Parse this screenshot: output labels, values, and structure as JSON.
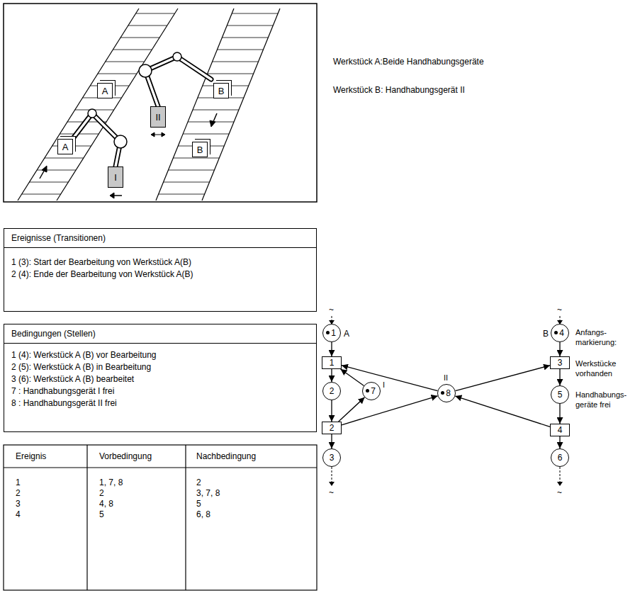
{
  "diagram": {
    "nodes": [
      {
        "text": [
          "A"
        ]
      },
      {
        "text": [
          "B"
        ]
      },
      {
        "text": [
          "II"
        ]
      },
      {
        "text": [
          "A"
        ]
      },
      {
        "text": [
          "B"
        ]
      },
      {
        "text": [
          "I"
        ]
      },
      {
        "text": [
          "Ereignisse (Transitionen)",
          "1 (3): Start der Bearbeitung von Werkstück A(B)",
          "2 (4): Ende der Bearbeitung von Werkstück A(B)"
        ]
      },
      {
        "text": [
          "Bedingungen (Stellen)",
          "1 (4): Werkstück A (B) vor Bearbeitung",
          "2 (5): Werkstück A (B) in Bearbeitung",
          "3 (6): Werkstück A (B) bearbeitet",
          "7 : Handhabungsgerät I frei",
          "8 : Handhabungsgerät II frei"
        ]
      },
      {
        "text": [
          "1"
        ]
      },
      {
        "text": [
          "4"
        ]
      },
      {
        "text": [
          "1"
        ]
      },
      {
        "text": [
          "3"
        ]
      },
      {
        "text": [
          "2"
        ]
      },
      {
        "text": [
          "7"
        ]
      },
      {
        "text": [
          "8"
        ]
      },
      {
        "text": [
          "5"
        ]
      },
      {
        "text": [
          "2"
        ]
      },
      {
        "text": [
          "4"
        ]
      },
      {
        "text": [
          "3"
        ]
      },
      {
        "text": [
          "6"
        ]
      }
    ],
    "edges": [
      {
        "from": 8,
        "to": 10,
        "arrow": "to"
      },
      {
        "from": 10,
        "to": 12,
        "arrow": "to"
      },
      {
        "from": 12,
        "to": 16,
        "arrow": "to"
      },
      {
        "from": 16,
        "to": 18,
        "arrow": "to"
      },
      {
        "from": 13,
        "to": 10,
        "arrow": "to"
      },
      {
        "from": 14,
        "to": 10,
        "arrow": "to"
      },
      {
        "from": 16,
        "to": 13,
        "arrow": "to"
      },
      {
        "from": 16,
        "to": 14,
        "arrow": "to"
      },
      {
        "from": 9,
        "to": 11,
        "arrow": "to"
      },
      {
        "from": 14,
        "to": 11,
        "arrow": "to"
      },
      {
        "from": 11,
        "to": 15,
        "arrow": "to"
      },
      {
        "from": 15,
        "to": 17,
        "arrow": "to"
      },
      {
        "from": 17,
        "to": 14,
        "arrow": "to"
      },
      {
        "from": 17,
        "to": 19,
        "arrow": "to"
      }
    ],
    "labels": [
      "Werkstück A:Beide Handhabungsgeräte",
      "Werkstück B: Handhabungsgerät II",
      "Ereignis",
      "Vorbedingung",
      "Nachbedingung",
      "1",
      "1, 7, 8",
      "2",
      "2",
      "2",
      "3, 7, 8",
      "3",
      "4, 8",
      "5",
      "4",
      "5",
      "6, 8",
      "A",
      "B",
      "I",
      "II",
      "~",
      "~",
      "~",
      "~",
      "Anfangs- markierung:",
      "Werkstücke vorhanden",
      "Handhabungs- geräte frei"
    ]
  }
}
